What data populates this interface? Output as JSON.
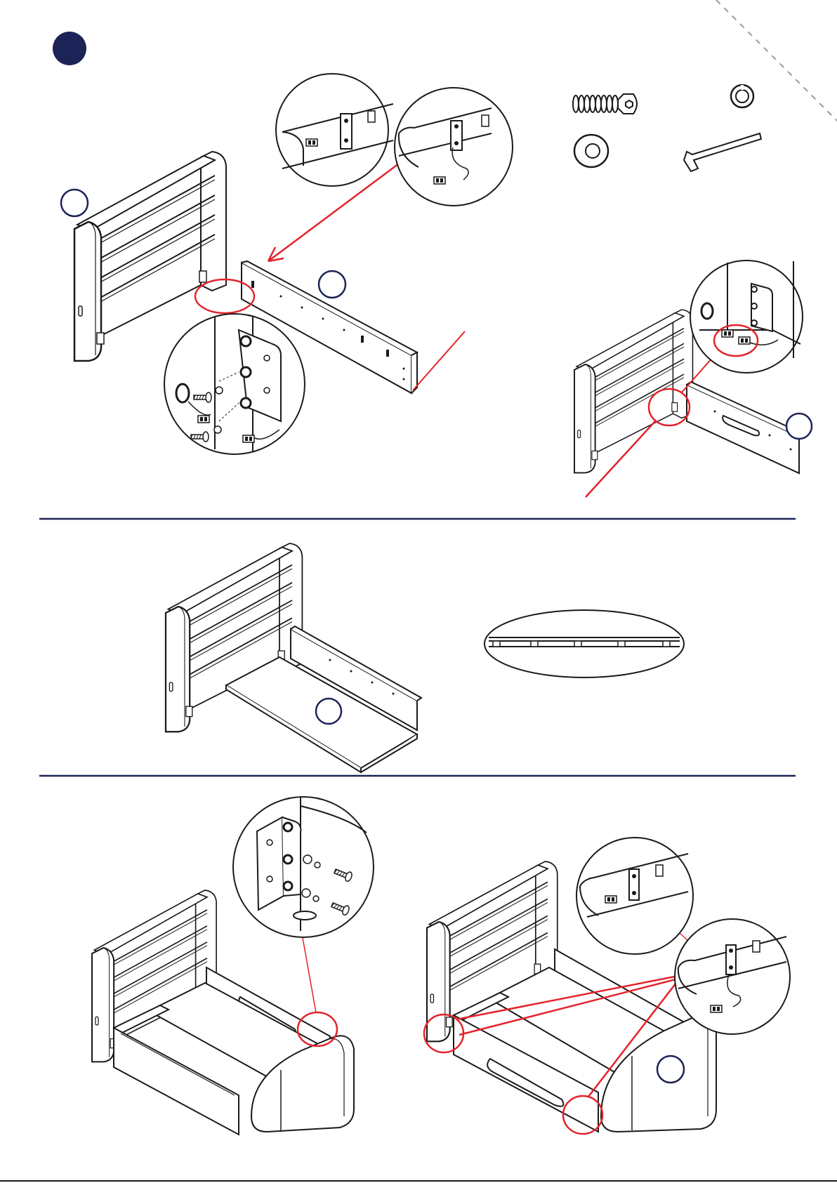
{
  "colors": {
    "navy": "#1c2357",
    "line": "#1a1a1a",
    "callout": "#e4232b",
    "fold": "#9a9a9a",
    "fill": "#ffffff"
  },
  "step_badge": {
    "shape": "filled-circle",
    "text": ""
  },
  "part_badges": [
    {
      "id": "headboard",
      "text": ""
    },
    {
      "id": "side-rail-left",
      "text": ""
    },
    {
      "id": "side-rail-right",
      "text": ""
    },
    {
      "id": "base-board",
      "text": ""
    },
    {
      "id": "footboard",
      "text": ""
    }
  ],
  "hardware": [
    {
      "id": "bolt-icon"
    },
    {
      "id": "spring-washer-icon"
    },
    {
      "id": "flat-washer-icon"
    },
    {
      "id": "allen-key-icon"
    }
  ],
  "sections": [
    {
      "id": "section-attach-side-rails"
    },
    {
      "id": "section-insert-base-board"
    },
    {
      "id": "section-attach-footboard"
    }
  ]
}
